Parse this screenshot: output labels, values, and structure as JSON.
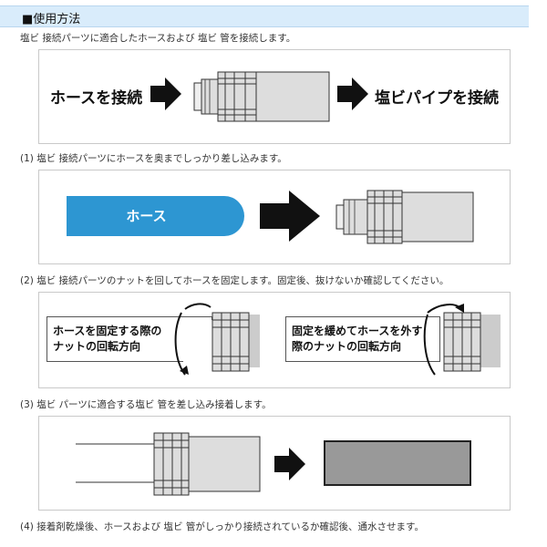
{
  "header": {
    "title": "■使用方法"
  },
  "intro": "塩ビ 接続パーツに適合したホースおよび 塩ビ 管を接続します。",
  "diagram1": {
    "left_label": "ホースを接続",
    "right_label": "塩ビパイプを接続"
  },
  "step1": {
    "text": "(1) 塩ビ 接続パーツにホースを奥までしっかり差し込みます。",
    "hose_label": "ホース"
  },
  "step2": {
    "text": "(2) 塩ビ 接続パーツのナットを回してホースを固定します。固定後、抜けないか確認してください。",
    "fix_label_line1": "ホースを固定する際の",
    "fix_label_line2": "ナットの回転方向",
    "loosen_label_line1": "固定を緩めてホースを外す",
    "loosen_label_line2": "際のナットの回転方向"
  },
  "step3": {
    "text": "(3) 塩ビ パーツに適合する塩ビ 管を差し込み接着します。"
  },
  "step4": {
    "text": "(4) 接着剤乾燥後、ホースおよび 塩ビ 管がしっかり接続されているか確認後、通水させます。"
  }
}
